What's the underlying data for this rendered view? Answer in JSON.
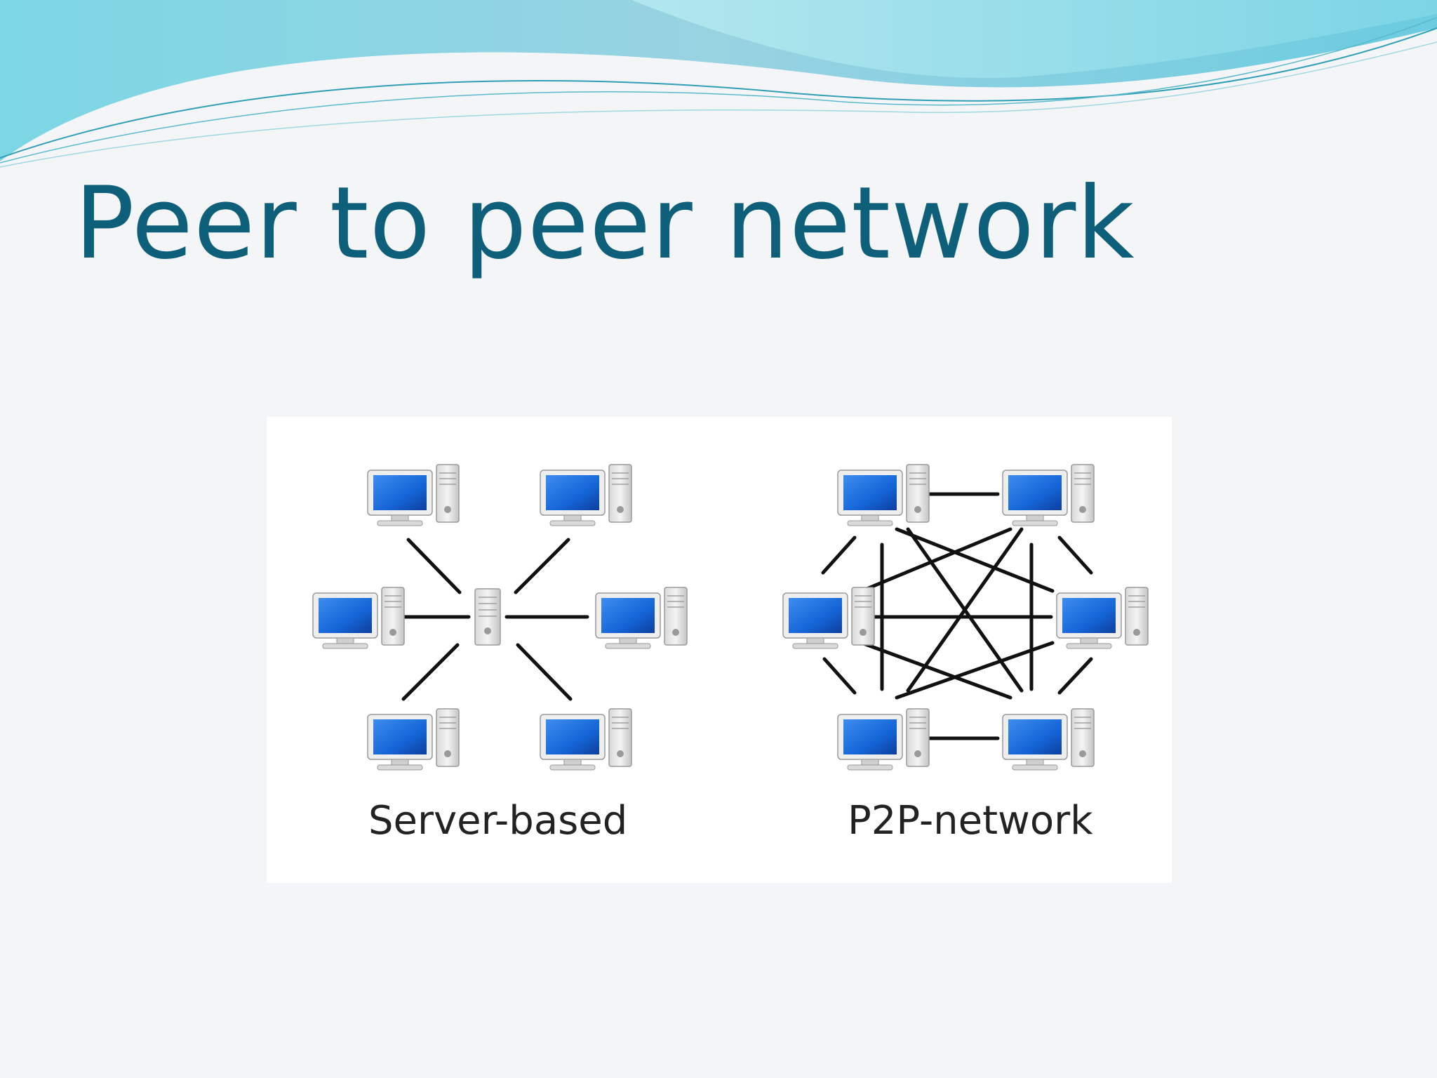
{
  "slide": {
    "title": "Peer to peer network",
    "colors": {
      "title": "#0e5f79",
      "wave_light": "#8fdbe6",
      "wave_dark": "#3fb0c9",
      "monitor_screen": "#1565d8"
    }
  },
  "diagrams": [
    {
      "label": "Server-based",
      "center_node": "server-icon",
      "node_icon": "computer-icon",
      "node_count": 6,
      "topology": "star"
    },
    {
      "label": "P2P-network",
      "node_icon": "computer-icon",
      "node_count": 6,
      "topology": "full-mesh"
    }
  ]
}
